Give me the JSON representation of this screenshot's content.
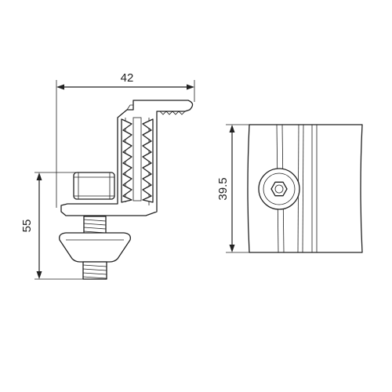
{
  "dimensions": {
    "top_width": "42",
    "side_height": "55",
    "front_height": "39.5"
  },
  "colors": {
    "line": "#222222",
    "background": "#ffffff"
  }
}
